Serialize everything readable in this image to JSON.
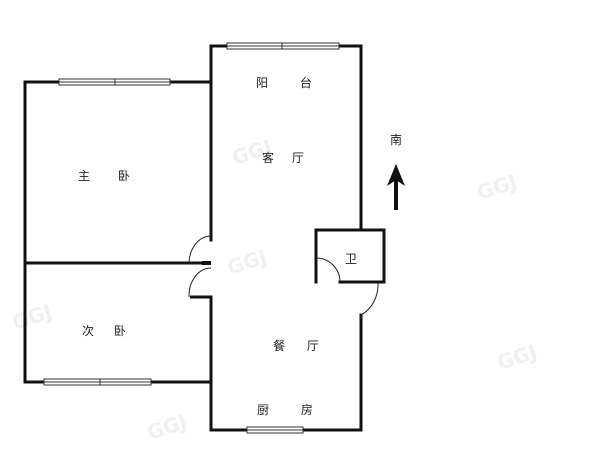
{
  "rooms": {
    "balcony": {
      "char1": "阳",
      "char2": "台"
    },
    "living_room": {
      "char1": "客",
      "char2": "厅"
    },
    "master_bedroom": {
      "char1": "主",
      "char2": "卧"
    },
    "second_bedroom": {
      "char1": "次",
      "char2": "卧"
    },
    "dining_room": {
      "char1": "餐",
      "char2": "厅"
    },
    "kitchen": {
      "char1": "厨",
      "char2": "房"
    },
    "bathroom": {
      "char1": "卫"
    }
  },
  "compass": {
    "label": "南",
    "icon": "arrow-up-icon"
  },
  "colors": {
    "wall": "#111111",
    "window": "#444444",
    "background": "#ffffff",
    "watermark": "#eeeeee"
  }
}
